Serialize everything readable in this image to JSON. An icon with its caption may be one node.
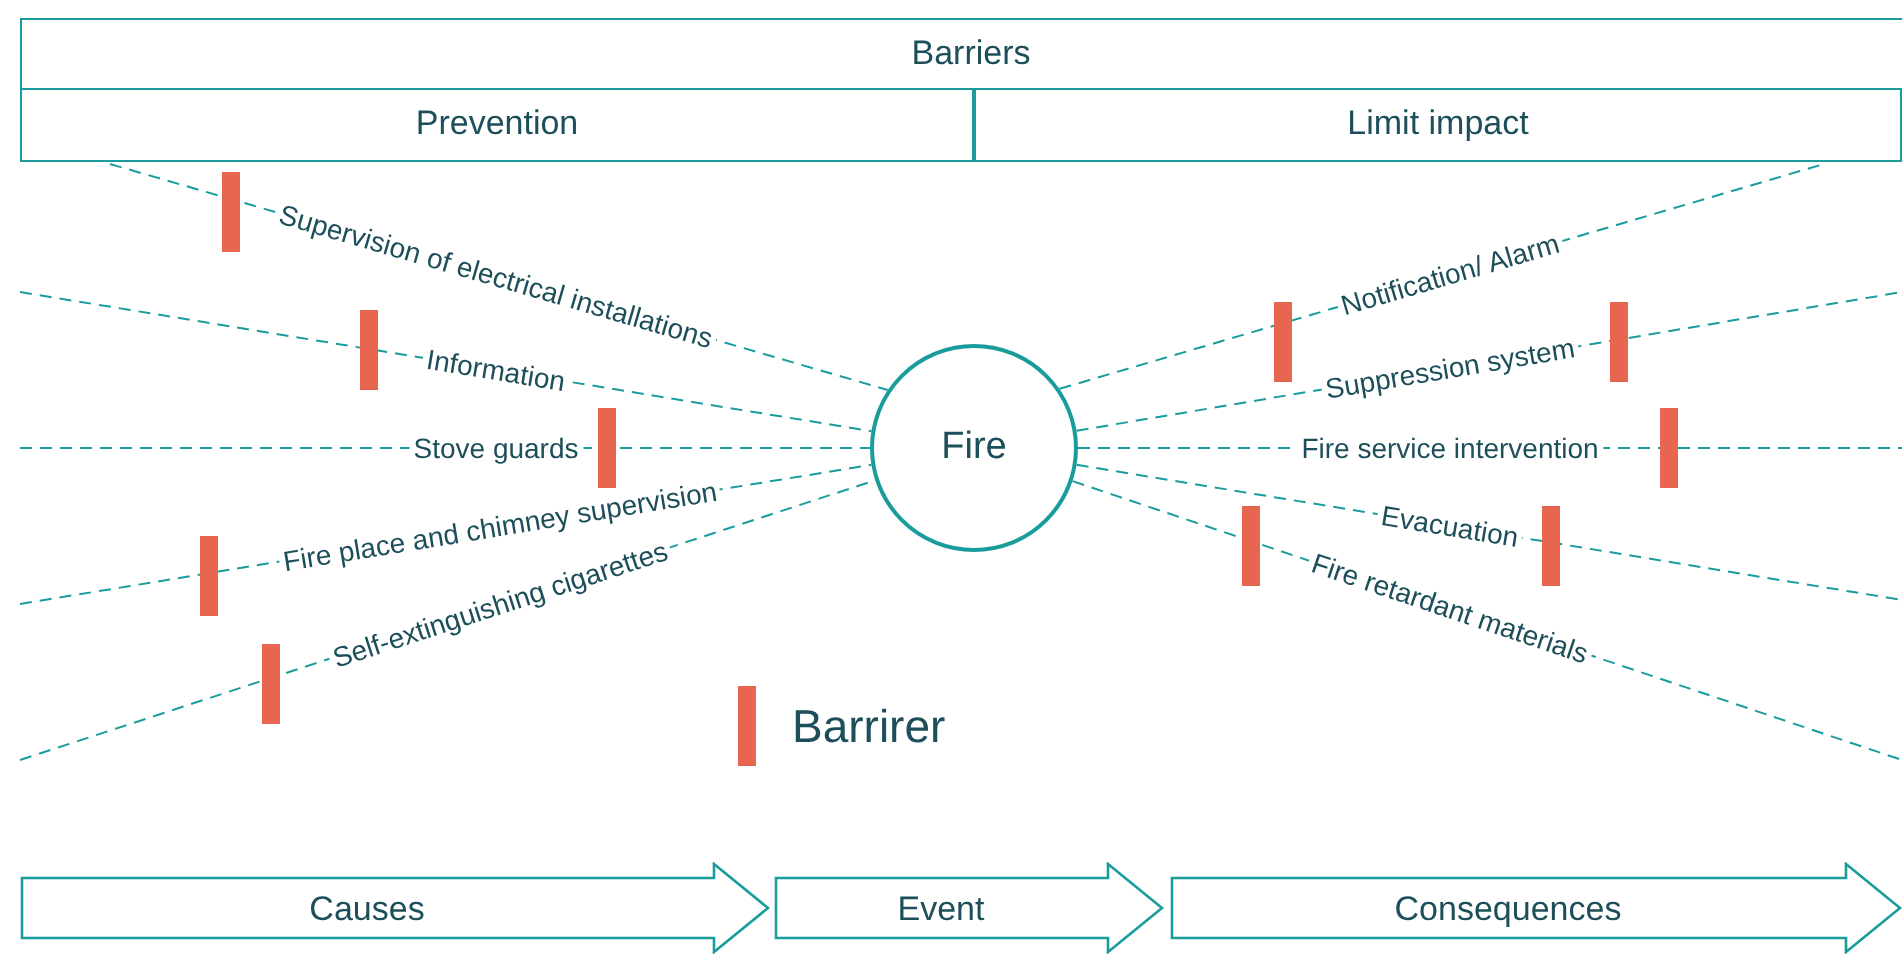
{
  "diagram": {
    "nodes": [
      {
        "text": [
          "Barriers"
        ]
      },
      {
        "text": [
          "Prevention"
        ]
      },
      {
        "text": [
          "Limit impact"
        ]
      },
      {
        "text": [
          "Fire"
        ]
      },
      {
        "text": [
          "Causes"
        ]
      },
      {
        "text": [
          "Event"
        ]
      },
      {
        "text": [
          "Consequences"
        ]
      }
    ],
    "edges": [
      {
        "from": 1,
        "to": 3,
        "arrow": "none",
        "label": "Supervision of electrical installations",
        "style": "dashed"
      },
      {
        "from": null,
        "to": 3,
        "arrow": "none",
        "label": "Information",
        "style": "dashed"
      },
      {
        "from": null,
        "to": 3,
        "arrow": "none",
        "label": "Stove guards",
        "style": "dashed"
      },
      {
        "from": null,
        "to": 3,
        "arrow": "none",
        "label": "Fire place and chimney supervision",
        "style": "dashed"
      },
      {
        "from": null,
        "to": 3,
        "arrow": "none",
        "label": "Self-extinguishing cigarettes",
        "style": "dashed"
      },
      {
        "from": 3,
        "to": 2,
        "arrow": "none",
        "label": "Notification/ Alarm",
        "style": "dashed"
      },
      {
        "from": 3,
        "to": null,
        "arrow": "none",
        "label": "Suppression system",
        "style": "dashed"
      },
      {
        "from": 3,
        "to": null,
        "arrow": "none",
        "label": "Fire service intervention",
        "style": "dashed"
      },
      {
        "from": 3,
        "to": null,
        "arrow": "none",
        "label": "Evacuation",
        "style": "dashed"
      },
      {
        "from": 3,
        "to": null,
        "arrow": "none",
        "label": "Fire retardant materials",
        "style": "dashed"
      }
    ],
    "legend": [
      {
        "text": "Barrirer",
        "color": "#e8654f"
      }
    ]
  }
}
